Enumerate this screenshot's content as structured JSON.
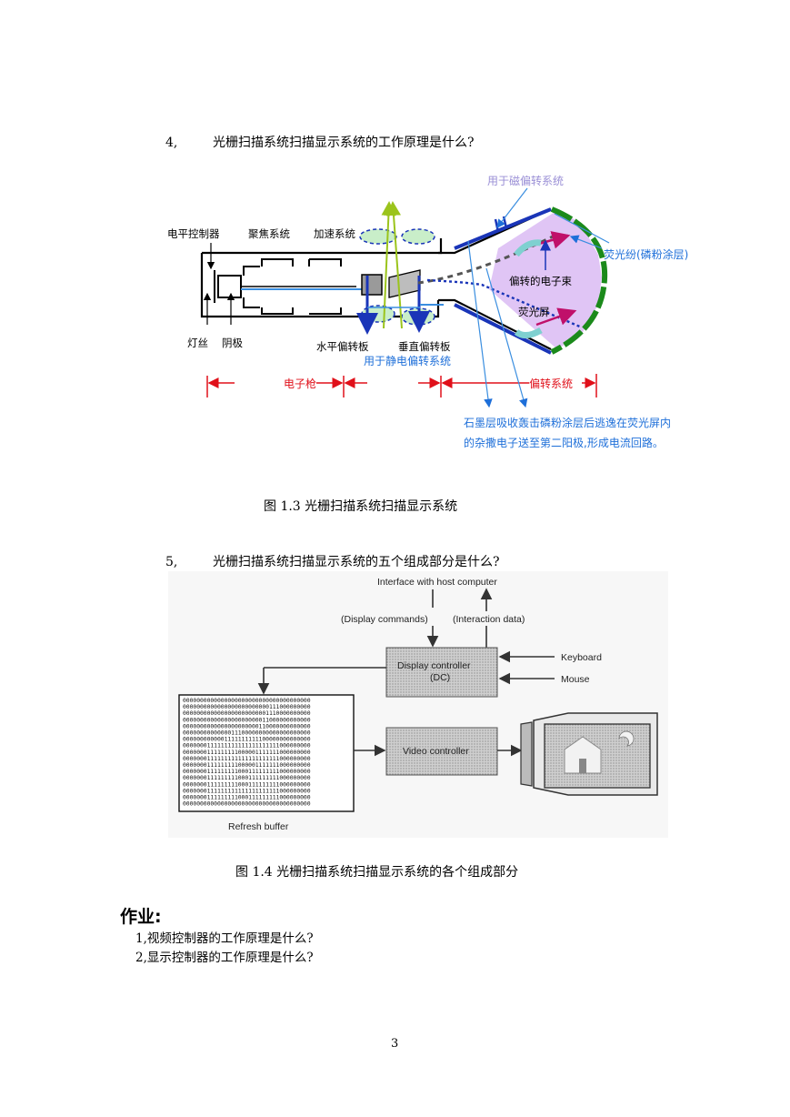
{
  "questions": [
    {
      "num": "4,",
      "text": "光栅扫描系统扫描显示系统的工作原理是什么?"
    },
    {
      "num": "5,",
      "text": "光栅扫描系统扫描显示系统的五个组成部分是什么?"
    }
  ],
  "figure1": {
    "caption": "图 1.3  光栅扫描系统扫描显示系统",
    "labels": {
      "heater_ctrl": "电平控制器",
      "focus": "聚焦系统",
      "accel": "加速系统",
      "filament": "灯丝",
      "cathode": "阴极",
      "h_plate": "水平偏转板",
      "v_plate": "垂直偏转板",
      "electrostatic": "用于静电偏转系统",
      "magnetic": "用于磁偏转系统",
      "phosphor": "荧光纷(磷粉涂层)",
      "beam": "偏转的电子束",
      "screen": "荧光屏",
      "gun": "电子枪",
      "deflect": "偏转系统",
      "graphite_1": "石墨层吸收轰击磷粉涂层后逃逸在荧光屏内",
      "graphite_2": "的杂撒电子送至第二阳极,形成电流回路。"
    }
  },
  "figure2": {
    "caption": "图 1.4  光栅扫描系统扫描显示系统的各个组成部分",
    "labels": {
      "interface": "Interface with host computer",
      "display_commands": "(Display commands)",
      "interaction_data": "(Interaction data)",
      "dc_line1": "Display controller",
      "dc_line2": "(DC)",
      "keyboard": "Keyboard",
      "mouse": "Mouse",
      "video": "Video controller",
      "refresh": "Refresh buffer"
    },
    "bit_rows": [
      "0000000000000000000000000000000000000",
      "0000000000000000000000000111000000000",
      "0000000000000000000000001110000000000",
      "0000000000000000000000011000000000000",
      "0000000000000000000000110000000000000",
      "0000000000000011100000000000000000000",
      "0000000000001111111111100000000000000",
      "0000000111111111111111111111000000000",
      "0000000111111111000001111111000000000",
      "0000000111111111111111111111000000000",
      "0000000111111111000001111111000000000",
      "0000000111111111000111111111000000000",
      "0000000111111111000111111111000000000",
      "0000000111111111000111111111000000000",
      "0000000111111111111111111111000000000",
      "0000000111111111000111111111000000000",
      "0000000000000000000000000000000000000"
    ]
  },
  "homework": {
    "title": "作业:",
    "items": [
      "1,视频控制器的工作原理是什么?",
      "2,显示控制器的工作原理是什么?"
    ]
  },
  "page_number": "3"
}
